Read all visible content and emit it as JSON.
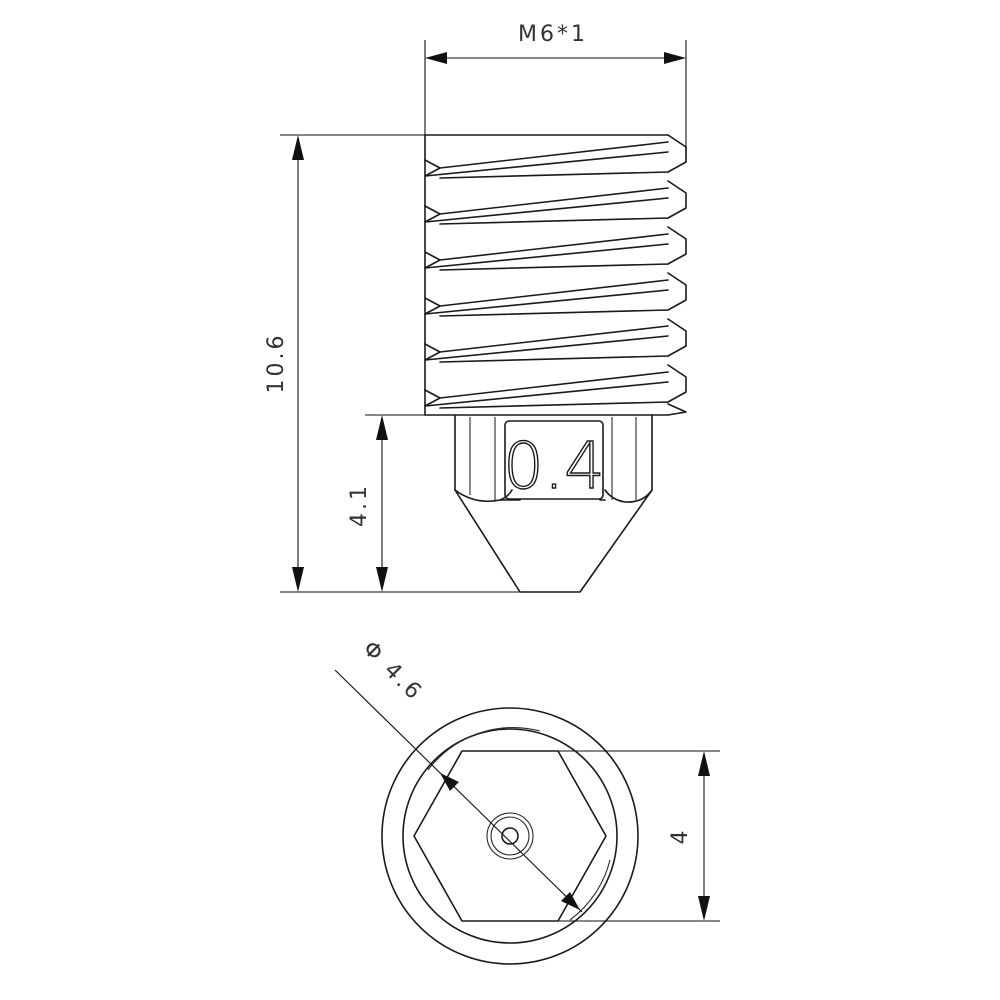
{
  "drawing": {
    "dimensions": {
      "thread_spec": "M6*1",
      "total_length": "10.6",
      "tip_length": "4.1",
      "outer_diameter": "Φ 4.6",
      "hex_across_flats": "4"
    },
    "nozzle_marking": "0.4",
    "colors": {
      "line": "#1a1a1a",
      "text": "#333333",
      "background": "#ffffff"
    }
  }
}
